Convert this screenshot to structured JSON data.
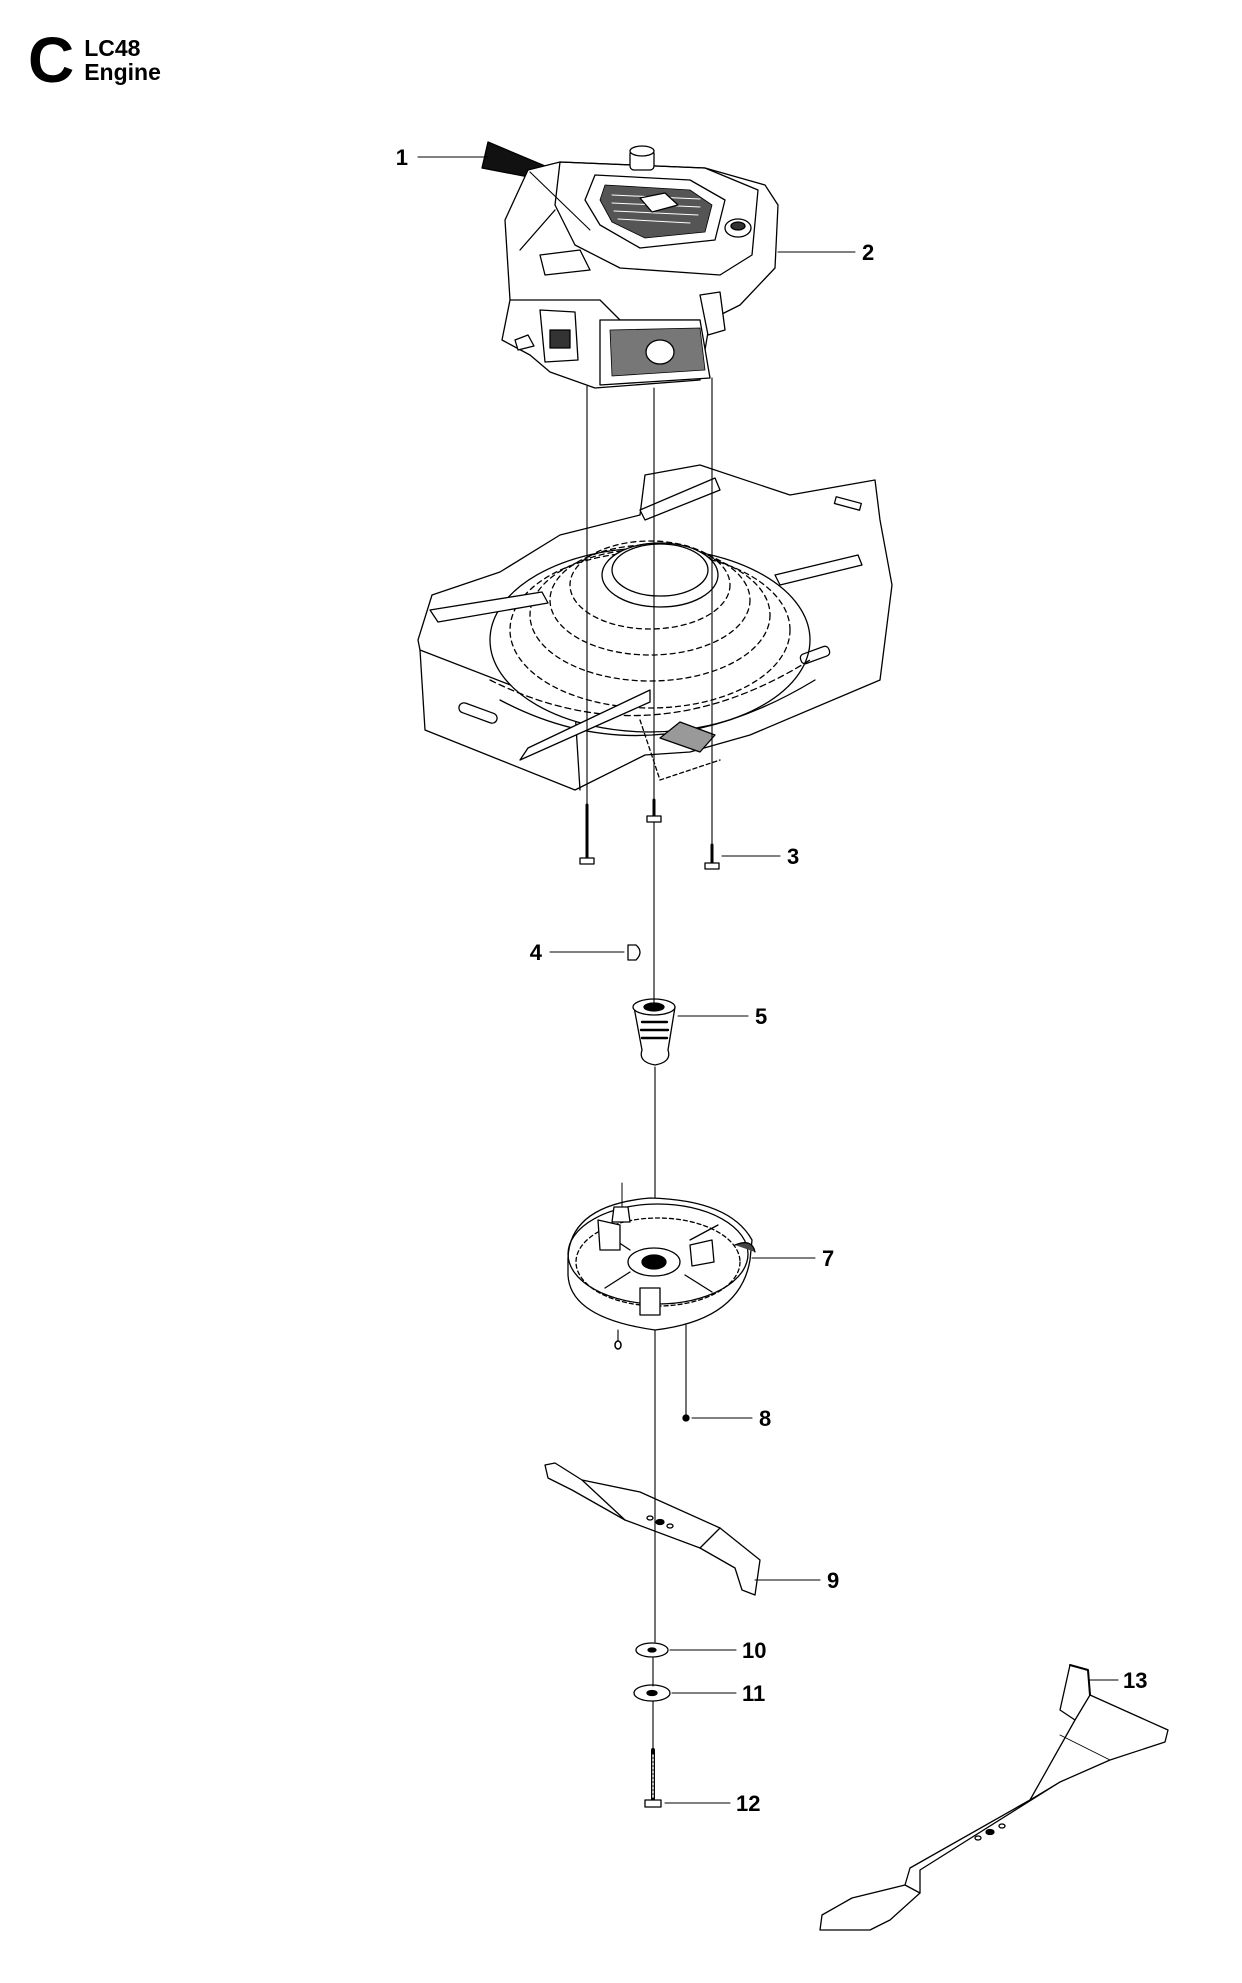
{
  "header": {
    "section_letter": "C",
    "model": "LC48",
    "section_name": "Engine"
  },
  "callouts": [
    {
      "number": "1",
      "part": "label"
    },
    {
      "number": "2",
      "part": "engine"
    },
    {
      "number": "3",
      "part": "screw"
    },
    {
      "number": "4",
      "part": "key"
    },
    {
      "number": "5",
      "part": "adapter"
    },
    {
      "number": "7",
      "part": "blade-hub"
    },
    {
      "number": "8",
      "part": "screw"
    },
    {
      "number": "9",
      "part": "blade"
    },
    {
      "number": "10",
      "part": "washer"
    },
    {
      "number": "11",
      "part": "washer"
    },
    {
      "number": "12",
      "part": "bolt"
    },
    {
      "number": "13",
      "part": "blade"
    }
  ]
}
